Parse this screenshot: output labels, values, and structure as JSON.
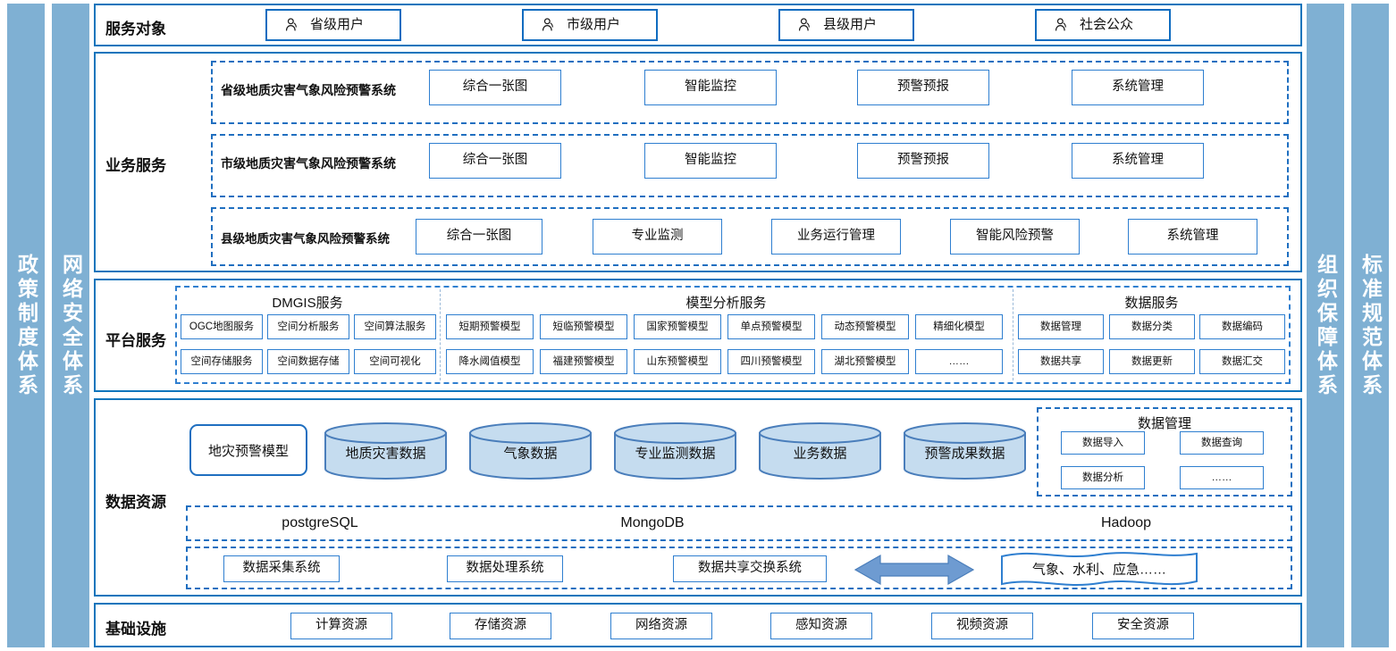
{
  "colors": {
    "band": "#7FB0D3",
    "section_border": "#0f75bc",
    "dashed_border": "#1f6fc0",
    "chip_border": "#2f7fd0",
    "cylinder_fill": "#C5DCEF",
    "cylinder_border": "#4A7EBB",
    "arrow_fill": "#6E9BD1",
    "text": "#111111"
  },
  "side_bands": {
    "left": [
      {
        "label": "政策制度体系"
      },
      {
        "label": "网络安全体系"
      }
    ],
    "right": [
      {
        "label": "组织保障体系"
      },
      {
        "label": "标准规范体系"
      }
    ]
  },
  "service_targets": {
    "label": "服务对象",
    "icon": "person-icon",
    "items": [
      {
        "label": "省级用户"
      },
      {
        "label": "市级用户"
      },
      {
        "label": "县级用户"
      },
      {
        "label": "社会公众"
      }
    ]
  },
  "business_services": {
    "label": "业务服务",
    "rows": [
      {
        "system": "省级地质灾害气象风险预警系统",
        "items": [
          "综合一张图",
          "智能监控",
          "预警预报",
          "系统管理"
        ]
      },
      {
        "system": "市级地质灾害气象风险预警系统",
        "items": [
          "综合一张图",
          "智能监控",
          "预警预报",
          "系统管理"
        ]
      },
      {
        "system": "县级地质灾害气象风险预警系统",
        "items": [
          "综合一张图",
          "专业监测",
          "业务运行管理",
          "智能风险预警",
          "系统管理"
        ]
      }
    ]
  },
  "platform_services": {
    "label": "平台服务",
    "groups": [
      {
        "title": "DMGIS服务",
        "row1": [
          "OGC地图服务",
          "空间分析服务",
          "空间算法服务"
        ],
        "row2": [
          "空间存储服务",
          "空间数据存储",
          "空间可视化"
        ]
      },
      {
        "title": "模型分析服务",
        "row1": [
          "短期预警模型",
          "短临预警模型",
          "国家预警模型",
          "单点预警模型",
          "动态预警模型",
          "精细化模型"
        ],
        "row2": [
          "降水阈值模型",
          "福建预警模型",
          "山东预警模型",
          "四川预警模型",
          "湖北预警模型",
          "……"
        ]
      },
      {
        "title": "数据服务",
        "row1": [
          "数据管理",
          "数据分类",
          "数据编码"
        ],
        "row2": [
          "数据共享",
          "数据更新",
          "数据汇交"
        ]
      }
    ]
  },
  "data_resources": {
    "label": "数据资源",
    "model_box": "地灾预警模型",
    "cylinders": [
      {
        "label": "地质灾害数据"
      },
      {
        "label": "气象数据"
      },
      {
        "label": "专业监测数据"
      },
      {
        "label": "业务数据"
      },
      {
        "label": "预警成果数据"
      }
    ],
    "data_management": {
      "title": "数据管理",
      "items": [
        "数据导入",
        "数据查询",
        "数据分析",
        "……"
      ]
    },
    "databases": [
      "postgreSQL",
      "MongoDB",
      "Hadoop"
    ],
    "systems": [
      "数据采集系统",
      "数据处理系统",
      "数据共享交换系统"
    ],
    "exchange_arrow": "double-arrow-icon",
    "external": "气象、水利、应急……"
  },
  "infrastructure": {
    "label": "基础设施",
    "items": [
      "计算资源",
      "存储资源",
      "网络资源",
      "感知资源",
      "视频资源",
      "安全资源"
    ]
  }
}
